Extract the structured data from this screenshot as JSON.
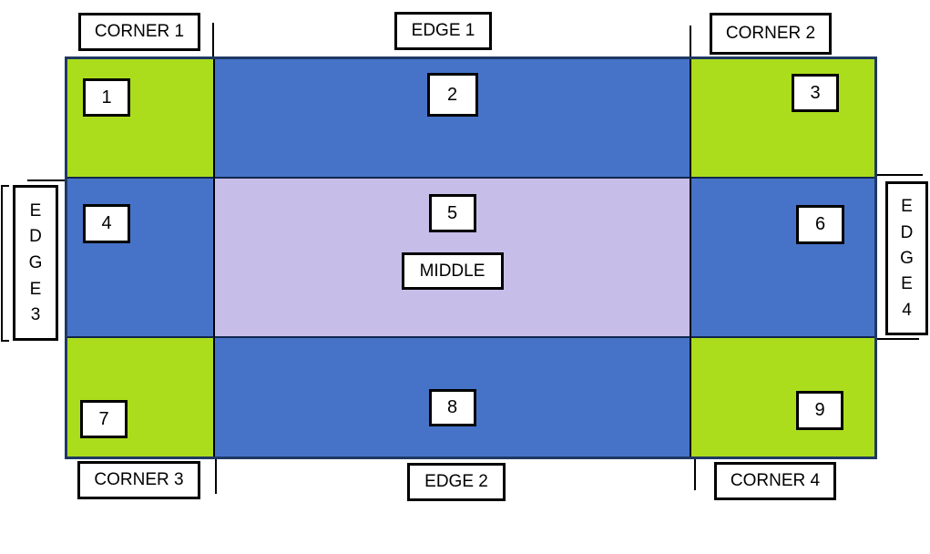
{
  "palette": {
    "corner_fill": "#abdd1d",
    "edge_fill": "#4673c8",
    "middle_fill": "#c6bee8",
    "grid_outline": "#1f3864",
    "box_border": "#000000"
  },
  "outer_labels": {
    "corner1": "CORNER 1",
    "edge1": "EDGE 1",
    "corner2": "CORNER 2",
    "corner3": "CORNER 3",
    "edge2": "EDGE 2",
    "corner4": "CORNER 4",
    "edge3_chars": [
      "E",
      "D",
      "G",
      "E",
      "3"
    ],
    "edge4_chars": [
      "E",
      "D",
      "G",
      "E",
      "4"
    ]
  },
  "cells": {
    "corner1": {
      "number": "1"
    },
    "edge1": {
      "number": "2"
    },
    "corner2": {
      "number": "3"
    },
    "edge3": {
      "number": "4"
    },
    "middle": {
      "number": "5",
      "label": "MIDDLE"
    },
    "edge4": {
      "number": "6"
    },
    "corner3": {
      "number": "7"
    },
    "edge2": {
      "number": "8"
    },
    "corner4": {
      "number": "9"
    }
  }
}
